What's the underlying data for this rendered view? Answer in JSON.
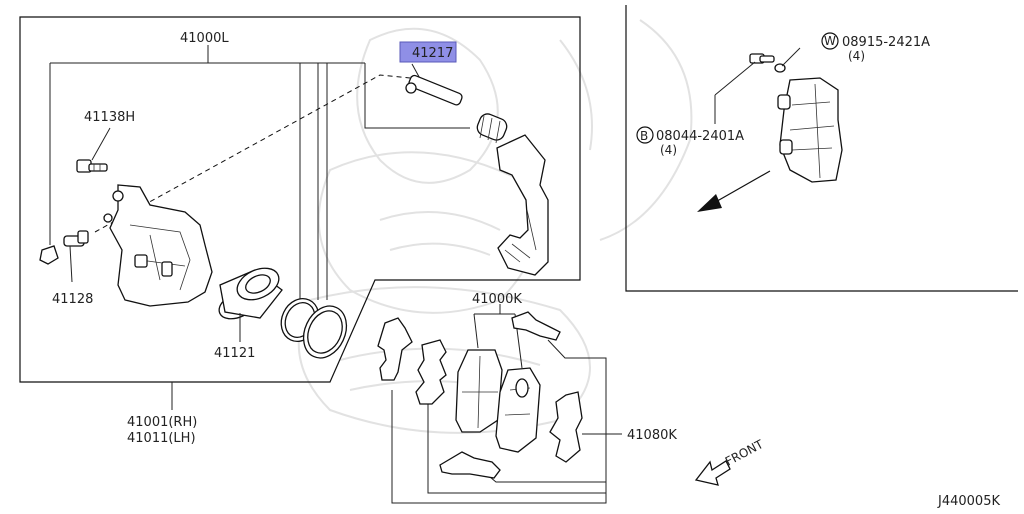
{
  "labels": {
    "caliper_assy": "41000L",
    "pin_boot": "41217",
    "bleeder": "41138H",
    "connector": "41128",
    "piston": "41121",
    "caliper_rh": "41001(RH)",
    "caliper_lh": "41011(LH)",
    "pad_kit": "41000K",
    "shim_kit": "41080K",
    "front_text": "FRONT",
    "diagram_code": "J440005K"
  },
  "callouts": {
    "washer": {
      "circle": "W",
      "part": "08915-2421A",
      "qty": "(4)"
    },
    "bolt": {
      "circle": "B",
      "part": "08044-2401A",
      "qty": "(4)"
    }
  },
  "colors": {
    "highlight": "#8f8fe6",
    "line": "#111111",
    "watermark": "#e2e2e2"
  }
}
